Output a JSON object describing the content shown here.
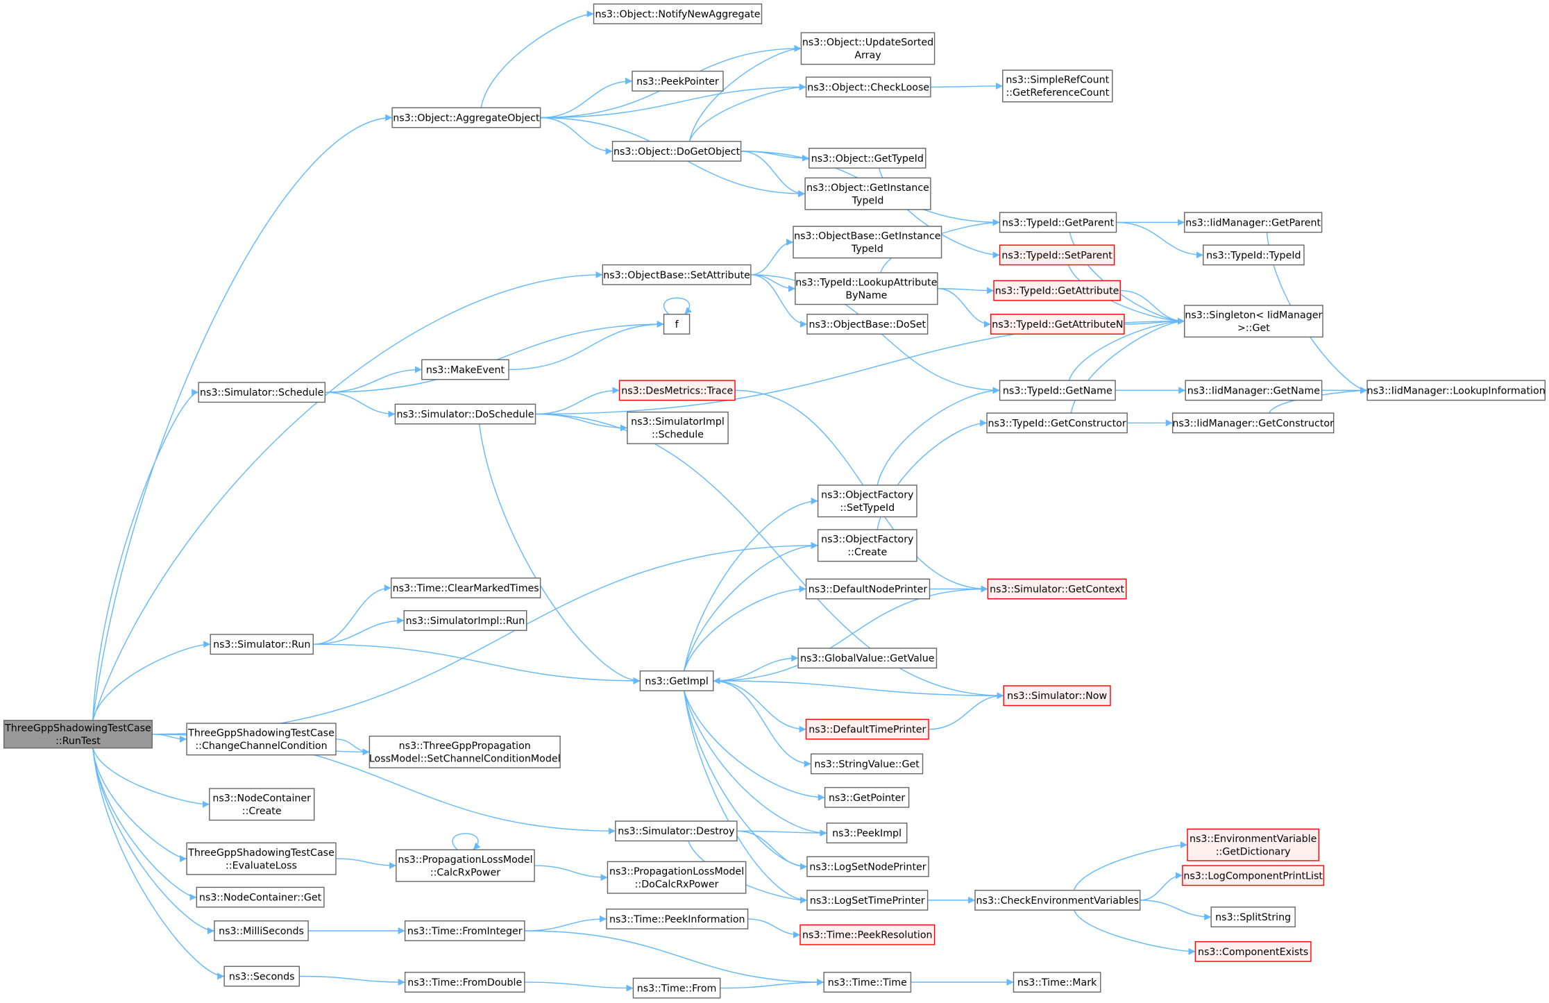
{
  "colors": {
    "edge": "#63b8ff",
    "root_fill": "#999999",
    "missing_fill": "#fff0f0",
    "missing_border": "#ff0000",
    "border": "#666666"
  },
  "nodes": [
    {
      "id": "root",
      "lines": [
        "ThreeGppShadowingTestCase",
        "::RunTest"
      ],
      "kind": "root"
    },
    {
      "id": "aggregate",
      "lines": [
        "ns3::Object::AggregateObject"
      ]
    },
    {
      "id": "notify",
      "lines": [
        "ns3::Object::NotifyNewAggregate"
      ]
    },
    {
      "id": "updsorted",
      "lines": [
        "ns3::Object::UpdateSorted",
        "Array"
      ]
    },
    {
      "id": "peekptr",
      "lines": [
        "ns3::PeekPointer"
      ]
    },
    {
      "id": "checkloose",
      "lines": [
        "ns3::Object::CheckLoose"
      ]
    },
    {
      "id": "refcount",
      "lines": [
        "ns3::SimpleRefCount",
        "::GetReferenceCount"
      ]
    },
    {
      "id": "dogetobj",
      "lines": [
        "ns3::Object::DoGetObject"
      ]
    },
    {
      "id": "objgettid",
      "lines": [
        "ns3::Object::GetTypeId"
      ]
    },
    {
      "id": "objinsttid",
      "lines": [
        "ns3::Object::GetInstance",
        "TypeId"
      ]
    },
    {
      "id": "tidgetparent",
      "lines": [
        "ns3::TypeId::GetParent"
      ]
    },
    {
      "id": "iidgetparent",
      "lines": [
        "ns3::IidManager::GetParent"
      ]
    },
    {
      "id": "tidtid",
      "lines": [
        "ns3::TypeId::TypeId"
      ]
    },
    {
      "id": "setparent",
      "lines": [
        "ns3::TypeId::SetParent"
      ],
      "kind": "red"
    },
    {
      "id": "obinsttid",
      "lines": [
        "ns3::ObjectBase::GetInstance",
        "TypeId"
      ]
    },
    {
      "id": "setattr",
      "lines": [
        "ns3::ObjectBase::SetAttribute"
      ]
    },
    {
      "id": "lookupattr",
      "lines": [
        "ns3::TypeId::LookupAttribute",
        "ByName"
      ]
    },
    {
      "id": "getattr",
      "lines": [
        "ns3::TypeId::GetAttribute"
      ],
      "kind": "red"
    },
    {
      "id": "getattrn",
      "lines": [
        "ns3::TypeId::GetAttributeN"
      ],
      "kind": "red"
    },
    {
      "id": "doset",
      "lines": [
        "ns3::ObjectBase::DoSet"
      ]
    },
    {
      "id": "singleton",
      "lines": [
        "ns3::Singleton< IidManager",
        ">::Get"
      ]
    },
    {
      "id": "f",
      "lines": [
        "f"
      ]
    },
    {
      "id": "makeevent",
      "lines": [
        "ns3::MakeEvent"
      ]
    },
    {
      "id": "schedule",
      "lines": [
        "ns3::Simulator::Schedule"
      ]
    },
    {
      "id": "doschedule",
      "lines": [
        "ns3::Simulator::DoSchedule"
      ]
    },
    {
      "id": "desmetrics",
      "lines": [
        "ns3::DesMetrics::Trace"
      ],
      "kind": "red"
    },
    {
      "id": "simimplsched",
      "lines": [
        "ns3::SimulatorImpl",
        "::Schedule"
      ]
    },
    {
      "id": "tidgetname",
      "lines": [
        "ns3::TypeId::GetName"
      ]
    },
    {
      "id": "iidgetname",
      "lines": [
        "ns3::IidManager::GetName"
      ]
    },
    {
      "id": "lookupinfo",
      "lines": [
        "ns3::IidManager::LookupInformation"
      ]
    },
    {
      "id": "tidgetctor",
      "lines": [
        "ns3::TypeId::GetConstructor"
      ]
    },
    {
      "id": "iidgetctor",
      "lines": [
        "ns3::IidManager::GetConstructor"
      ]
    },
    {
      "id": "ofsettid",
      "lines": [
        "ns3::ObjectFactory",
        "::SetTypeId"
      ]
    },
    {
      "id": "ofcreate",
      "lines": [
        "ns3::ObjectFactory",
        "::Create"
      ]
    },
    {
      "id": "clearmarked",
      "lines": [
        "ns3::Time::ClearMarkedTimes"
      ]
    },
    {
      "id": "simimplrun",
      "lines": [
        "ns3::SimulatorImpl::Run"
      ]
    },
    {
      "id": "defnodeprinter",
      "lines": [
        "ns3::DefaultNodePrinter"
      ]
    },
    {
      "id": "getcontext",
      "lines": [
        "ns3::Simulator::GetContext"
      ],
      "kind": "red"
    },
    {
      "id": "simrun",
      "lines": [
        "ns3::Simulator::Run"
      ]
    },
    {
      "id": "gvgetvalue",
      "lines": [
        "ns3::GlobalValue::GetValue"
      ]
    },
    {
      "id": "getimpl",
      "lines": [
        "ns3::GetImpl"
      ]
    },
    {
      "id": "simnow",
      "lines": [
        "ns3::Simulator::Now"
      ],
      "kind": "red"
    },
    {
      "id": "deftimeprinter",
      "lines": [
        "ns3::DefaultTimePrinter"
      ],
      "kind": "red"
    },
    {
      "id": "changechan",
      "lines": [
        "ThreeGppShadowingTestCase",
        "::ChangeChannelCondition"
      ]
    },
    {
      "id": "setchanmodel",
      "lines": [
        "ns3::ThreeGppPropagation",
        "LossModel::SetChannelConditionModel"
      ]
    },
    {
      "id": "strvalget",
      "lines": [
        "ns3::StringValue::Get"
      ]
    },
    {
      "id": "nccreate",
      "lines": [
        "ns3::NodeContainer",
        "::Create"
      ]
    },
    {
      "id": "getpointer",
      "lines": [
        "ns3::GetPointer"
      ]
    },
    {
      "id": "destroy",
      "lines": [
        "ns3::Simulator::Destroy"
      ]
    },
    {
      "id": "peekimpl",
      "lines": [
        "ns3::PeekImpl"
      ]
    },
    {
      "id": "getdict",
      "lines": [
        "ns3::EnvironmentVariable",
        "::GetDictionary"
      ],
      "kind": "red"
    },
    {
      "id": "evalloss",
      "lines": [
        "ThreeGppShadowingTestCase",
        "::EvaluateLoss"
      ]
    },
    {
      "id": "calcrx",
      "lines": [
        "ns3::PropagationLossModel",
        "::CalcRxPower"
      ]
    },
    {
      "id": "docalcrx",
      "lines": [
        "ns3::PropagationLossModel",
        "::DoCalcRxPower"
      ]
    },
    {
      "id": "logsetnode",
      "lines": [
        "ns3::LogSetNodePrinter"
      ]
    },
    {
      "id": "logcompprint",
      "lines": [
        "ns3::LogComponentPrintList"
      ],
      "kind": "red"
    },
    {
      "id": "ncget",
      "lines": [
        "ns3::NodeContainer::Get"
      ]
    },
    {
      "id": "logsettime",
      "lines": [
        "ns3::LogSetTimePrinter"
      ]
    },
    {
      "id": "checkenv",
      "lines": [
        "ns3::CheckEnvironmentVariables"
      ]
    },
    {
      "id": "splitstring",
      "lines": [
        "ns3::SplitString"
      ]
    },
    {
      "id": "milliseconds",
      "lines": [
        "ns3::MilliSeconds"
      ]
    },
    {
      "id": "frominteger",
      "lines": [
        "ns3::Time::FromInteger"
      ]
    },
    {
      "id": "peekinfo",
      "lines": [
        "ns3::Time::PeekInformation"
      ]
    },
    {
      "id": "peekres",
      "lines": [
        "ns3::Time::PeekResolution"
      ],
      "kind": "red"
    },
    {
      "id": "compexists",
      "lines": [
        "ns3::ComponentExists"
      ],
      "kind": "red"
    },
    {
      "id": "seconds",
      "lines": [
        "ns3::Seconds"
      ]
    },
    {
      "id": "fromdouble",
      "lines": [
        "ns3::Time::FromDouble"
      ]
    },
    {
      "id": "timefrom",
      "lines": [
        "ns3::Time::From"
      ]
    },
    {
      "id": "timetime",
      "lines": [
        "ns3::Time::Time"
      ]
    },
    {
      "id": "timemark",
      "lines": [
        "ns3::Time::Mark"
      ]
    }
  ],
  "edges": [
    [
      "root",
      "aggregate"
    ],
    [
      "root",
      "setattr"
    ],
    [
      "root",
      "schedule"
    ],
    [
      "root",
      "ofcreate"
    ],
    [
      "root",
      "simrun"
    ],
    [
      "root",
      "changechan"
    ],
    [
      "root",
      "setchanmodel"
    ],
    [
      "root",
      "destroy"
    ],
    [
      "root",
      "nccreate"
    ],
    [
      "root",
      "evalloss"
    ],
    [
      "root",
      "ncget"
    ],
    [
      "root",
      "milliseconds"
    ],
    [
      "root",
      "seconds"
    ],
    [
      "aggregate",
      "notify"
    ],
    [
      "aggregate",
      "updsorted"
    ],
    [
      "aggregate",
      "peekptr"
    ],
    [
      "aggregate",
      "checkloose"
    ],
    [
      "aggregate",
      "dogetobj"
    ],
    [
      "aggregate",
      "objinsttid"
    ],
    [
      "dogetobj",
      "updsorted"
    ],
    [
      "dogetobj",
      "checkloose"
    ],
    [
      "dogetobj",
      "objgettid"
    ],
    [
      "dogetobj",
      "objinsttid"
    ],
    [
      "dogetobj",
      "tidgetparent"
    ],
    [
      "checkloose",
      "refcount"
    ],
    [
      "objgettid",
      "setparent"
    ],
    [
      "tidgetparent",
      "iidgetparent"
    ],
    [
      "tidgetparent",
      "tidtid"
    ],
    [
      "tidgetparent",
      "singleton"
    ],
    [
      "iidgetparent",
      "lookupinfo"
    ],
    [
      "setparent",
      "singleton"
    ],
    [
      "setattr",
      "obinsttid"
    ],
    [
      "setattr",
      "lookupattr"
    ],
    [
      "setattr",
      "doset"
    ],
    [
      "setattr",
      "tidgetname"
    ],
    [
      "lookupattr",
      "tidgetparent"
    ],
    [
      "lookupattr",
      "getattr"
    ],
    [
      "lookupattr",
      "getattrn"
    ],
    [
      "getattr",
      "singleton"
    ],
    [
      "getattrn",
      "singleton"
    ],
    [
      "f",
      "f"
    ],
    [
      "schedule",
      "f"
    ],
    [
      "schedule",
      "makeevent"
    ],
    [
      "schedule",
      "doschedule"
    ],
    [
      "makeevent",
      "f"
    ],
    [
      "doschedule",
      "singleton"
    ],
    [
      "doschedule",
      "desmetrics"
    ],
    [
      "doschedule",
      "simimplsched"
    ],
    [
      "doschedule",
      "getimpl"
    ],
    [
      "doschedule",
      "simnow"
    ],
    [
      "desmetrics",
      "getcontext"
    ],
    [
      "tidgetname",
      "singleton"
    ],
    [
      "tidgetname",
      "iidgetname"
    ],
    [
      "iidgetname",
      "lookupinfo"
    ],
    [
      "tidgetctor",
      "singleton"
    ],
    [
      "tidgetctor",
      "iidgetctor"
    ],
    [
      "iidgetctor",
      "lookupinfo"
    ],
    [
      "ofsettid",
      "tidgetname"
    ],
    [
      "ofcreate",
      "tidgetctor"
    ],
    [
      "simrun",
      "clearmarked"
    ],
    [
      "simrun",
      "simimplrun"
    ],
    [
      "simrun",
      "getimpl"
    ],
    [
      "getimpl",
      "ofsettid"
    ],
    [
      "getimpl",
      "ofcreate"
    ],
    [
      "getimpl",
      "defnodeprinter"
    ],
    [
      "getimpl",
      "gvgetvalue"
    ],
    [
      "getimpl",
      "deftimeprinter"
    ],
    [
      "getimpl",
      "strvalget"
    ],
    [
      "getimpl",
      "getpointer"
    ],
    [
      "getimpl",
      "peekimpl"
    ],
    [
      "getimpl",
      "logsetnode"
    ],
    [
      "getimpl",
      "logsettime"
    ],
    [
      "defnodeprinter",
      "getcontext"
    ],
    [
      "getcontext",
      "getimpl"
    ],
    [
      "simnow",
      "getimpl"
    ],
    [
      "deftimeprinter",
      "simnow"
    ],
    [
      "changechan",
      "setchanmodel"
    ],
    [
      "destroy",
      "peekimpl"
    ],
    [
      "destroy",
      "logsetnode"
    ],
    [
      "destroy",
      "logsettime"
    ],
    [
      "logsettime",
      "checkenv"
    ],
    [
      "checkenv",
      "getdict"
    ],
    [
      "checkenv",
      "logcompprint"
    ],
    [
      "checkenv",
      "splitstring"
    ],
    [
      "checkenv",
      "compexists"
    ],
    [
      "evalloss",
      "calcrx"
    ],
    [
      "calcrx",
      "calcrx"
    ],
    [
      "calcrx",
      "docalcrx"
    ],
    [
      "milliseconds",
      "frominteger"
    ],
    [
      "frominteger",
      "peekinfo"
    ],
    [
      "frominteger",
      "timetime"
    ],
    [
      "peekinfo",
      "peekres"
    ],
    [
      "seconds",
      "fromdouble"
    ],
    [
      "fromdouble",
      "timefrom"
    ],
    [
      "timefrom",
      "timetime"
    ],
    [
      "timetime",
      "timemark"
    ]
  ]
}
